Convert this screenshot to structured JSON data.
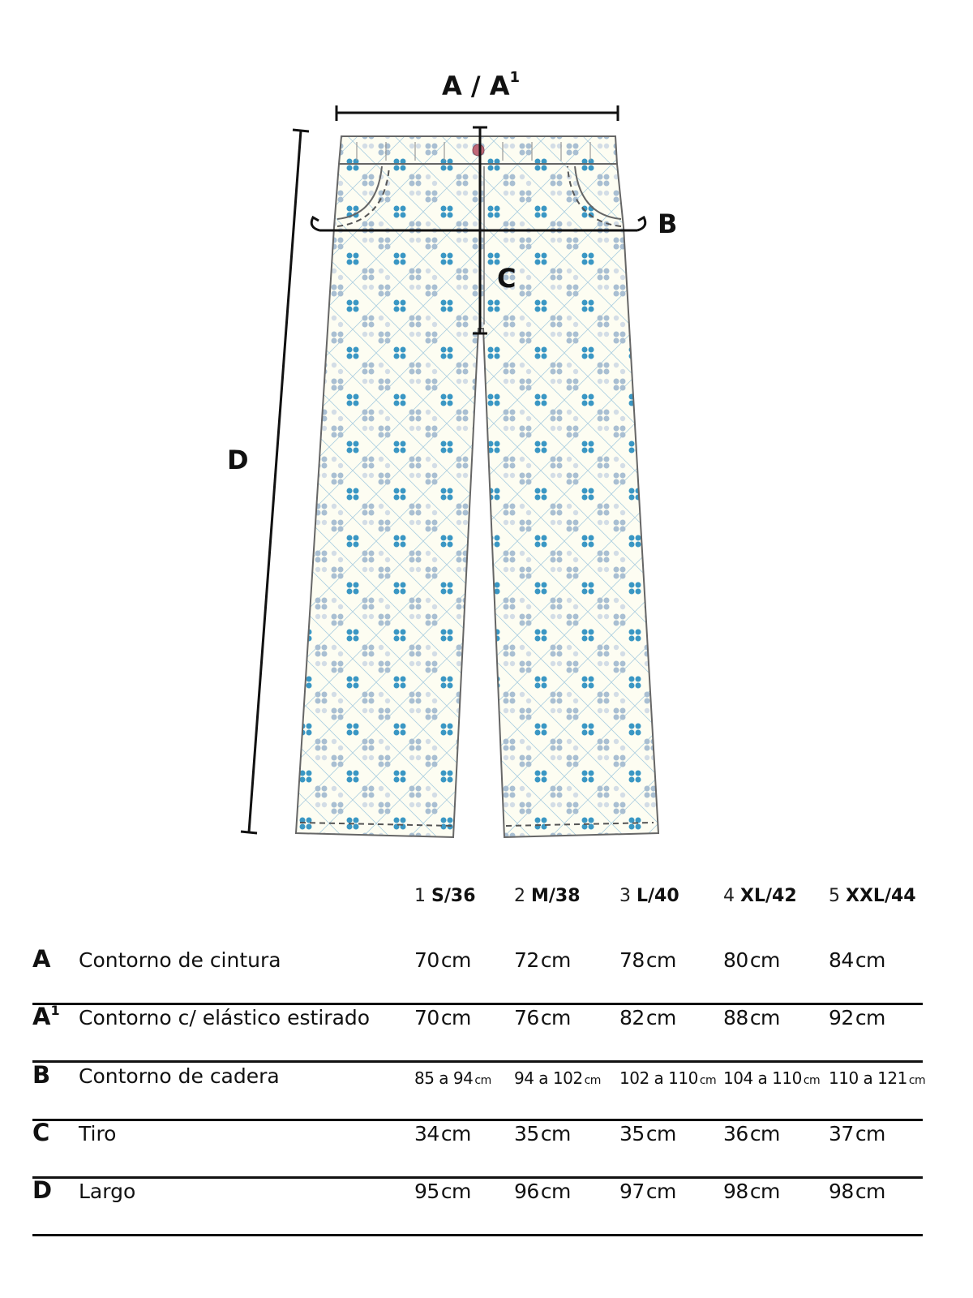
{
  "diagram": {
    "labels": {
      "a": "A / A",
      "a_sup": "1",
      "b": "B",
      "c": "C",
      "d": "D"
    },
    "colors": {
      "fabric": "#fdfdf2",
      "blue": "#3a97c4",
      "grey_blue": "#a9bfd2",
      "pink": "#c96a7a",
      "outline": "#666666"
    }
  },
  "table": {
    "sizes": [
      {
        "num": "1",
        "size": "S/36"
      },
      {
        "num": "2",
        "size": "M/38"
      },
      {
        "num": "3",
        "size": "L/40"
      },
      {
        "num": "4",
        "size": "XL/42"
      },
      {
        "num": "5",
        "size": "XXL/44"
      }
    ],
    "rows": [
      {
        "letter": "A",
        "sup": "",
        "label": "Contorno de cintura",
        "small": false,
        "values": [
          {
            "v": "70",
            "u": "cm"
          },
          {
            "v": "72",
            "u": "cm"
          },
          {
            "v": "78",
            "u": "cm"
          },
          {
            "v": "80",
            "u": "cm"
          },
          {
            "v": "84",
            "u": "cm"
          }
        ]
      },
      {
        "letter": "A",
        "sup": "1",
        "label": "Contorno c/ elástico estirado",
        "small": false,
        "values": [
          {
            "v": "70",
            "u": "cm"
          },
          {
            "v": "76",
            "u": "cm"
          },
          {
            "v": "82",
            "u": "cm"
          },
          {
            "v": "88",
            "u": "cm"
          },
          {
            "v": "92",
            "u": "cm"
          }
        ]
      },
      {
        "letter": "B",
        "sup": "",
        "label": "Contorno de cadera",
        "small": true,
        "values": [
          {
            "v": "85 a 94",
            "u": "cm"
          },
          {
            "v": "94 a 102",
            "u": "cm"
          },
          {
            "v": "102 a 110",
            "u": "cm"
          },
          {
            "v": "104 a 110",
            "u": "cm"
          },
          {
            "v": "110 a 121",
            "u": "cm"
          }
        ]
      },
      {
        "letter": "C",
        "sup": "",
        "label": "Tiro",
        "small": false,
        "values": [
          {
            "v": "34",
            "u": "cm"
          },
          {
            "v": "35",
            "u": "cm"
          },
          {
            "v": "35",
            "u": "cm"
          },
          {
            "v": "36",
            "u": "cm"
          },
          {
            "v": "37",
            "u": "cm"
          }
        ]
      },
      {
        "letter": "D",
        "sup": "",
        "label": "Largo",
        "small": false,
        "values": [
          {
            "v": "95",
            "u": "cm"
          },
          {
            "v": "96",
            "u": "cm"
          },
          {
            "v": "97",
            "u": "cm"
          },
          {
            "v": "98",
            "u": "cm"
          },
          {
            "v": "98",
            "u": "cm"
          }
        ]
      }
    ]
  }
}
